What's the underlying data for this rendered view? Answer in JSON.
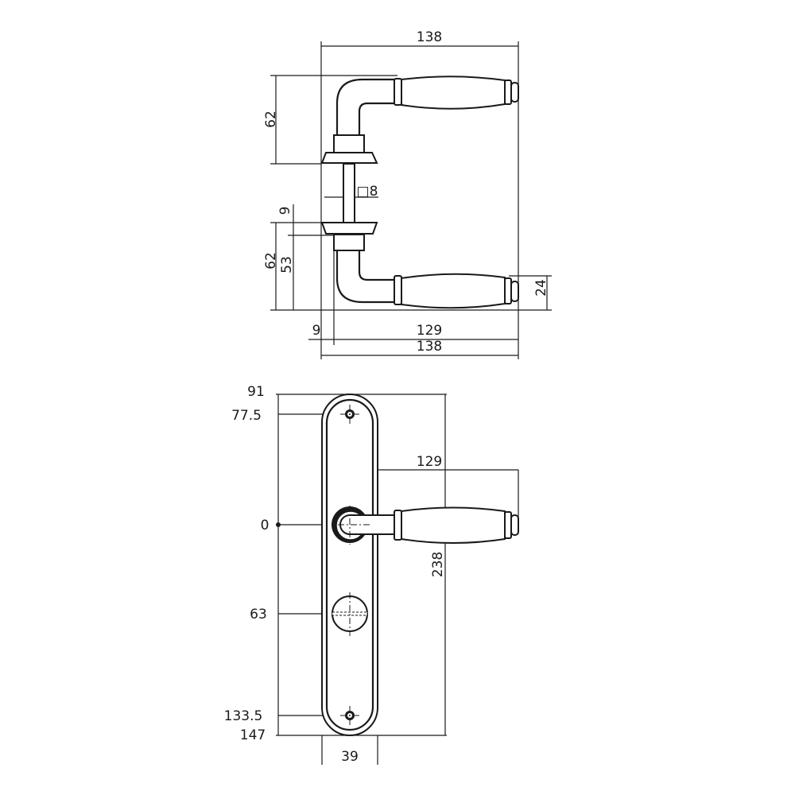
{
  "top_view": {
    "overall_width": "138",
    "upper_height": "62",
    "spindle": "□8",
    "rose_offset": "9",
    "lower_height": "62",
    "neck_height": "53",
    "grip_height": "24",
    "left_offset": "9",
    "projection": "129",
    "overall_width_bottom": "138"
  },
  "front_view": {
    "top": "91",
    "top_screw": "77.5",
    "handle_axis": "0",
    "keyhole": "63",
    "bottom_screw": "133.5",
    "bottom": "147",
    "plate_height": "238",
    "plate_width": "39",
    "projection": "129"
  }
}
